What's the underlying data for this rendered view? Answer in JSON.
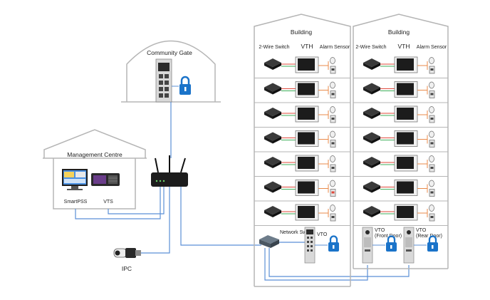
{
  "labels": {
    "community_gate": "Community Gate",
    "management_centre": "Management Centre",
    "smartpss": "SmartPSS",
    "vts": "VTS",
    "ipc": "IPC",
    "buildings": [
      {
        "title": "Building",
        "col_switch": "2-Wire Switch",
        "col_vth": "VTH",
        "col_alarm": "Alarm Sensor",
        "network_switch": "Network Switch",
        "vto": "VTO"
      },
      {
        "title": "Building",
        "col_switch": "2-Wire Switch",
        "col_vth": "VTH",
        "col_alarm": "Alarm Sensor",
        "vto_front": "VTO\n(Front Door)",
        "vto_rear": "VTO\n(Rear Door)"
      }
    ]
  },
  "floors_per_building": 7,
  "colors": {
    "outline": "#b5b5b5",
    "network_line": "#5b8fd6",
    "twowire_red": "#e0483a",
    "twowire_green": "#3fae5a",
    "alarm_line": "#e98a4a",
    "lock": "#1a73c9",
    "device_dark": "#1c1c1c",
    "panel_silver": "#d9d9d9"
  },
  "icons": [
    "router-icon",
    "two-wire-switch-icon",
    "vth-monitor-icon",
    "alarm-sensor-icon",
    "door-station-icon",
    "lock-icon",
    "camera-icon",
    "network-switch-icon",
    "pc-icon",
    "vts-console-icon"
  ]
}
